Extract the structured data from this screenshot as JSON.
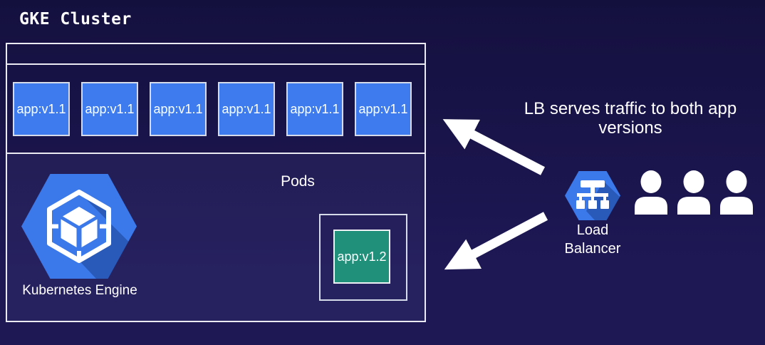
{
  "title": "GKE Cluster",
  "cluster": {
    "pods_section_label": "Pods",
    "pods": [
      "app:v1.1",
      "app:v1.1",
      "app:v1.1",
      "app:v1.1",
      "app:v1.1",
      "app:v1.1"
    ],
    "new_pod_label": "app:v1.2",
    "gke_label": "Kubernetes Engine"
  },
  "right": {
    "annotation": "LB serves traffic to both app versions",
    "lb_label_line1": "Load",
    "lb_label_line2": "Balancer"
  },
  "icons": {
    "gke": "kubernetes-engine-hexagon-icon",
    "load_balancer": "load-balancer-hexagon-icon",
    "users": "user-icon",
    "arrows": "white-arrow-icon"
  },
  "colors": {
    "background_top": "#14103e",
    "background_bottom": "#1e1855",
    "pod_blue": "#3d7bee",
    "pod_green": "#21907a",
    "hex_blue": "#3b79ea",
    "box_border": "#e9eaf2",
    "text_white": "#ffffff"
  }
}
